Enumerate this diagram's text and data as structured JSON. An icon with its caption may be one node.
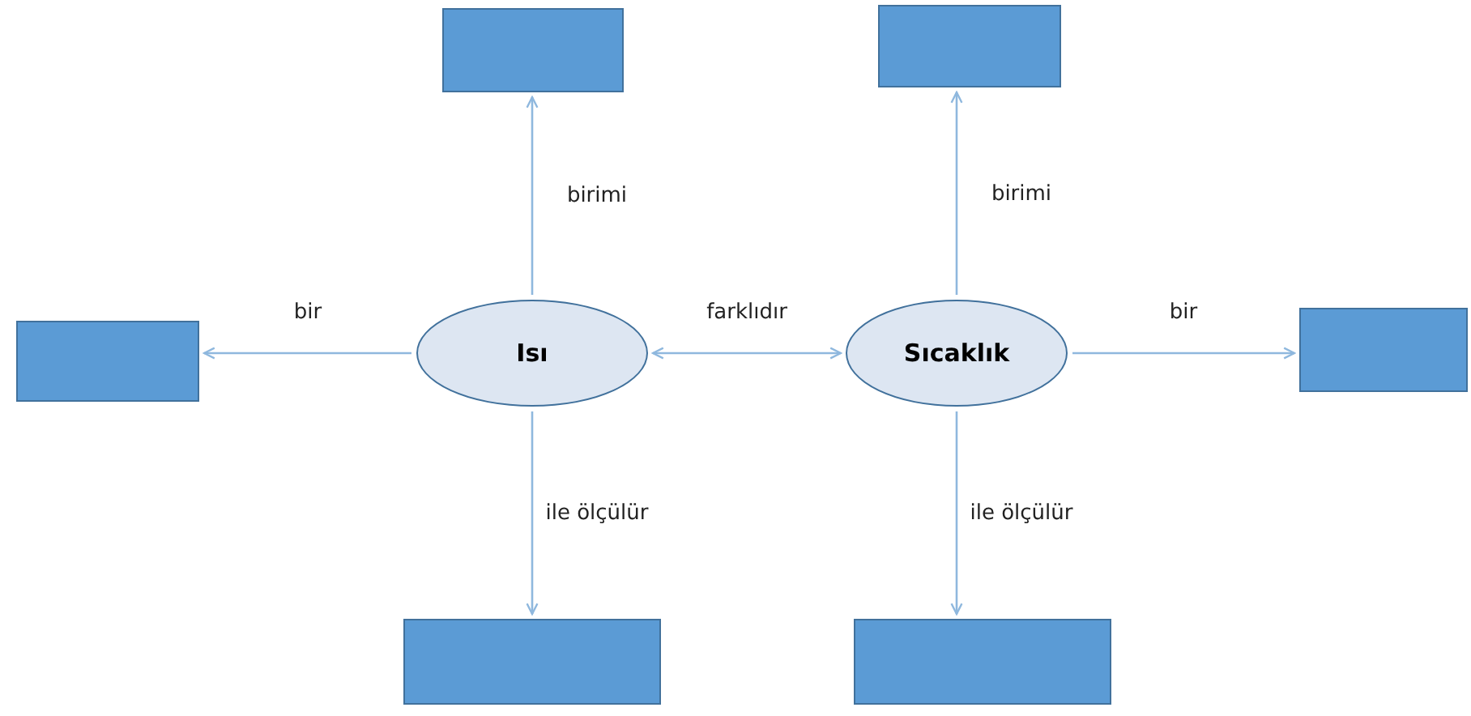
{
  "diagram": {
    "nodes": [
      {
        "text": [],
        "shape": "box"
      },
      {
        "text": [],
        "shape": "box"
      },
      {
        "text": [],
        "shape": "box"
      },
      {
        "text": [
          "Isı"
        ]
      },
      {
        "text": [
          "Sıcaklık"
        ]
      },
      {
        "text": [],
        "shape": "box"
      },
      {
        "text": [],
        "shape": "box"
      },
      {
        "text": [],
        "shape": "box"
      }
    ],
    "edges": [
      {
        "from": 3,
        "to": 0,
        "arrow": "to",
        "label": "birimi"
      },
      {
        "from": 4,
        "to": 1,
        "arrow": "to",
        "label": "birimi"
      },
      {
        "from": 3,
        "to": 2,
        "arrow": "to",
        "label": "bir"
      },
      {
        "from": 3,
        "to": 4,
        "arrow": "both",
        "label": "farklıdır"
      },
      {
        "from": 4,
        "to": 5,
        "arrow": "to",
        "label": "bir"
      },
      {
        "from": 3,
        "to": 6,
        "arrow": "to",
        "label": "ile ölçülür"
      },
      {
        "from": 4,
        "to": 7,
        "arrow": "to",
        "label": "ile ölçülür"
      }
    ]
  }
}
